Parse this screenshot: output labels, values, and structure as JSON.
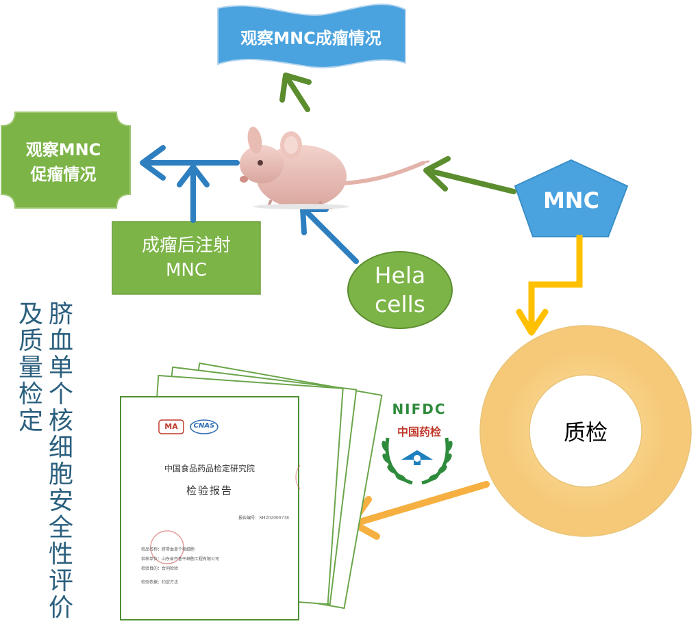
{
  "nodes": {
    "observe_mnc_tumor": "观察MNC成瘤情况",
    "observe_mnc_promote": "观察MNC\n促瘤情况",
    "inject_after_tumor": "成瘤后注射\nMNC",
    "hela_cells": "Hela\ncells",
    "mnc": "MNC",
    "quality_check": "质检"
  },
  "title": {
    "column_right": "脐血单个核细胞安全性评价",
    "column_left": "及质量检定"
  },
  "logo": {
    "top_text": "NIFDC",
    "inner_text": "中国药检"
  },
  "report": {
    "ma_badge": "MA",
    "cnas_badge": "CNAS",
    "institute": "中国食品药品检定研究院",
    "doc_title": "检验报告",
    "report_no": "报告编号：SH202006738",
    "field_1": "检品名称：脐带血单个核细胞",
    "field_2": "供样单位：山东省齐鲁干细胞工程有限公司",
    "field_3": "检验目的：合同检验",
    "field_4": "检验依据：约定方法"
  },
  "colors": {
    "green_box": "#7cb447",
    "blue_box": "#4aa3df",
    "green_arrow": "#5b8d2f",
    "blue_arrow": "#2e7fbf",
    "yellow_arrow": "#ffc000",
    "orange_arrow": "#f5b041",
    "ring": "#f8d38b",
    "title_text": "#2b5f7e"
  }
}
